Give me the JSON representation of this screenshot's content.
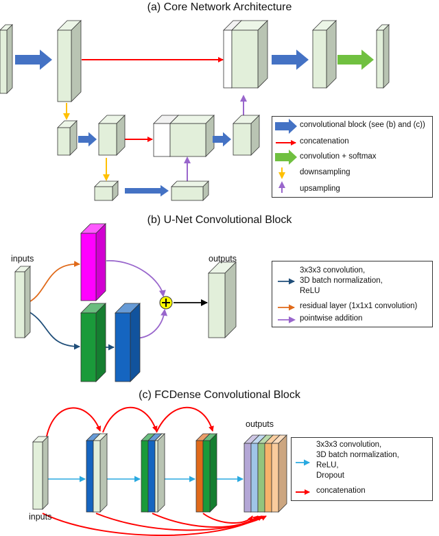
{
  "titles": {
    "a": "(a) Core Network Architecture",
    "b": "(b) U-Net Convolutional Block",
    "c": "(c) FCDense Convolutional Block"
  },
  "legend_a": {
    "conv_block": "convolutional block (see (b) and (c))",
    "concatenation": "concatenation",
    "conv_softmax": "convolution + softmax",
    "downsampling": "downsampling",
    "upsampling": "upsampling"
  },
  "section_b": {
    "inputs": "inputs",
    "outputs": "outputs",
    "legend": {
      "conv_lines": [
        "3x3x3 convolution,",
        "3D batch normalization,",
        "ReLU"
      ],
      "residual": "residual layer (1x1x1 convolution)",
      "addition": "pointwise addition"
    }
  },
  "section_c": {
    "inputs": "inputs",
    "outputs": "outputs",
    "legend": {
      "conv_lines": [
        "3x3x3 convolution,",
        "3D batch normalization,",
        "ReLU,",
        "Dropout"
      ],
      "concatenation": "concatenation"
    }
  },
  "colors": {
    "block_fill": "#e2efda",
    "block_side": "#bcd3ad",
    "conv_arrow": "#4472c4",
    "concat_arrow": "#ff0000",
    "softmax_arrow": "#70c040",
    "down_arrow": "#ffc000",
    "up_arrow": "#9966cc",
    "magenta": "#ff00ff",
    "green": "#1a9a3a",
    "blue": "#1565c0",
    "orange": "#e06a1a",
    "residual_line": "#e06a1a",
    "conv_line_b": "#1f4e79",
    "conv_line_c": "#29a9e0",
    "add_circle": "#ffff00"
  }
}
